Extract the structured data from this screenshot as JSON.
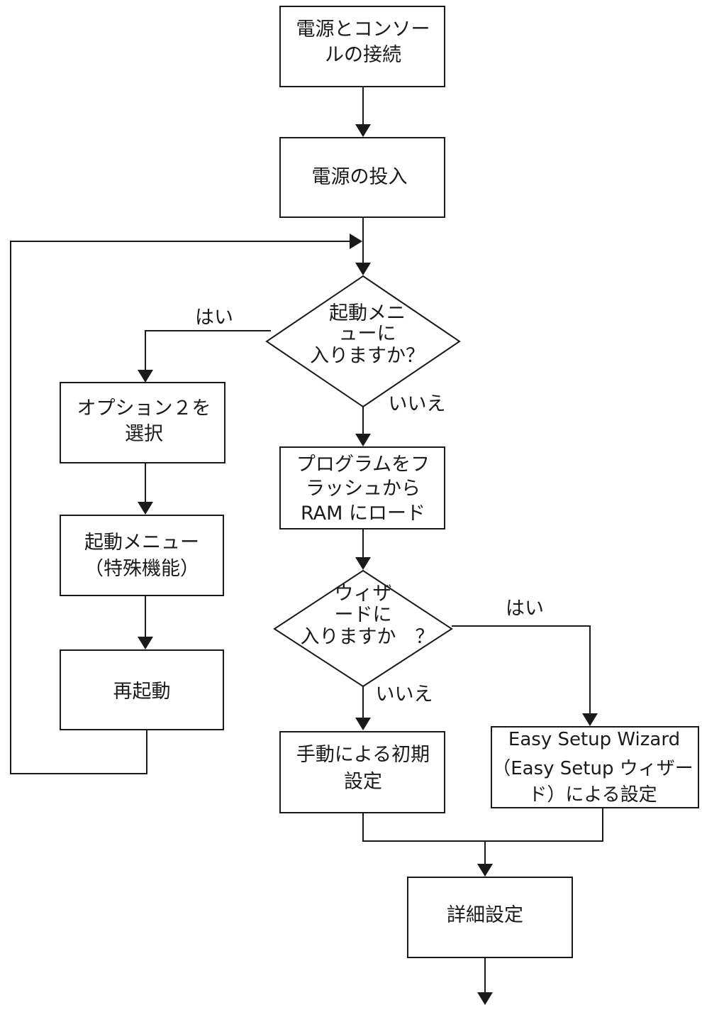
{
  "nodes": {
    "connect_power_console": {
      "lines": [
        "電源とコンソー",
        "ルの接続"
      ]
    },
    "power_on": {
      "lines": [
        "電源の投入"
      ]
    },
    "enter_boot_menu_q": {
      "lines": [
        "起動メニ",
        "ューに",
        "入りますか？"
      ]
    },
    "select_option_2": {
      "lines": [
        "オプション２を",
        "選択"
      ]
    },
    "boot_menu_special": {
      "lines": [
        "起動メニュー",
        "（特殊機能）"
      ]
    },
    "restart": {
      "lines": [
        "再起動"
      ]
    },
    "load_program_ram": {
      "lines": [
        "プログラムをフ",
        "ラッシュから",
        "RAM にロード"
      ]
    },
    "wizard_q": {
      "lines": [
        "ウィザ",
        "ードに",
        "入りますか　？"
      ]
    },
    "manual_initial_setup": {
      "lines": [
        "手動による初期",
        "設定"
      ]
    },
    "easy_setup_wizard": {
      "lines": [
        "Easy Setup Wizard",
        "（Easy Setup ウィザー",
        "ド）による設定"
      ]
    },
    "advanced_settings": {
      "lines": [
        "詳細設定"
      ]
    }
  },
  "edge_labels": {
    "boot_menu_yes": "はい",
    "boot_menu_no": "いいえ",
    "wizard_yes": "はい",
    "wizard_no": "いいえ"
  },
  "colors": {
    "stroke": "#1a1a1a",
    "background": "#ffffff",
    "text": "#1a1a1a"
  }
}
